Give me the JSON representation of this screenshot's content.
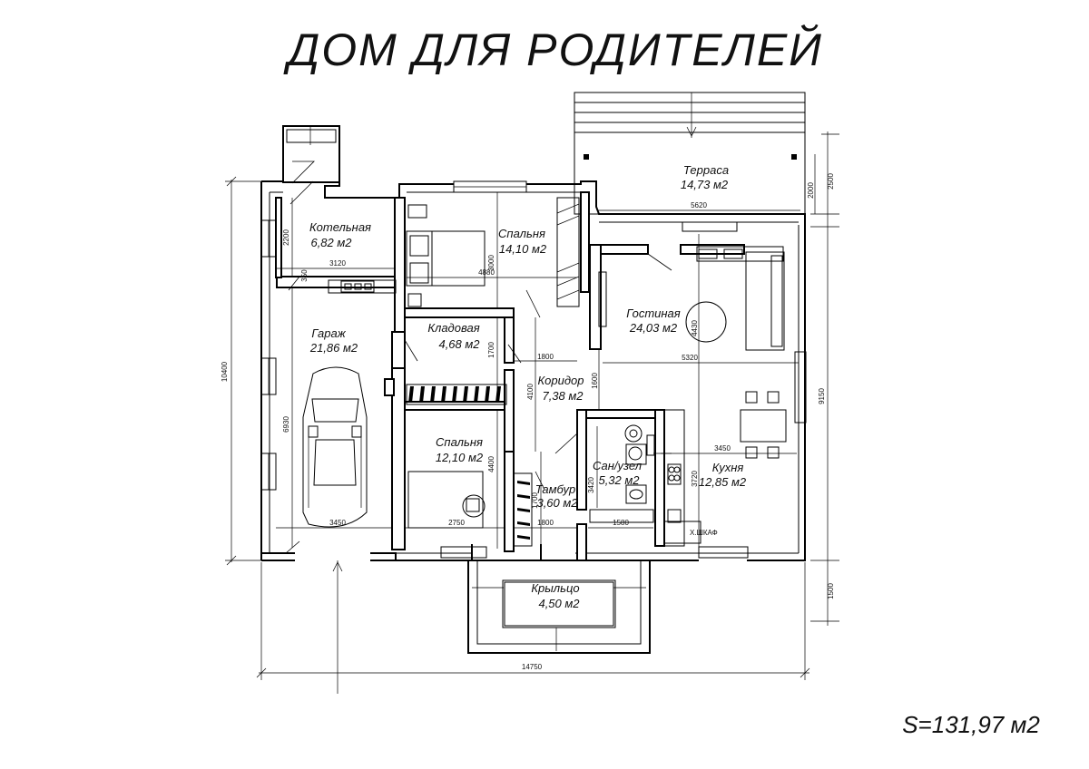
{
  "title": "ДОМ ДЛЯ РОДИТЕЛЕЙ",
  "total_area": "S=131,97 м2",
  "rooms": {
    "kotelnaya": {
      "name": "Котельная",
      "area": "6,82 м2"
    },
    "spalnya1": {
      "name": "Спальня",
      "area": "14,10 м2"
    },
    "terrasa": {
      "name": "Терраса",
      "area": "14,73 м2"
    },
    "gostinaya": {
      "name": "Гостиная",
      "area": "24,03 м2"
    },
    "garazh": {
      "name": "Гараж",
      "area": "21,86 м2"
    },
    "kladovaya": {
      "name": "Кладовая",
      "area": "4,68 м2"
    },
    "koridor": {
      "name": "Коридор",
      "area": "7,38 м2"
    },
    "spalnya2": {
      "name": "Спальня",
      "area": "12,10 м2"
    },
    "tambur": {
      "name": "Тамбур",
      "area": "3,60 м2"
    },
    "sanuzel": {
      "name": "Сан/узел",
      "area": "5,32 м2"
    },
    "kuhnya": {
      "name": "Кухня",
      "area": "12,85 м2"
    },
    "krylco": {
      "name": "Крыльцо",
      "area": "4,50 м2"
    }
  },
  "dimensions": {
    "total_width": "14750",
    "total_height": "10400",
    "right_height": "9150",
    "terrace_depth": "2500",
    "terrace_inner": "2000",
    "porch_depth": "1500",
    "terrace_width": "5620",
    "boiler_width": "3120",
    "boiler_height": "2200",
    "garage_gap": "350",
    "bedroom1_width": "4880",
    "bedroom1_height": "3000",
    "living_width": "5320",
    "living_height": "4430",
    "storage_height": "1700",
    "corridor_height": "4100",
    "corridor_gap": "1600",
    "corridor_width": "1800",
    "kitchen_width": "3450",
    "kitchen_height": "3720",
    "garage_height": "6930",
    "garage_width": "3450",
    "bedroom2_width": "2750",
    "bedroom2_height": "4400",
    "tambur_width": "1800",
    "tambur_height": "1700",
    "bath_width": "1580",
    "bath_height": "3420",
    "fridge_label": "Х.ШКАФ"
  }
}
